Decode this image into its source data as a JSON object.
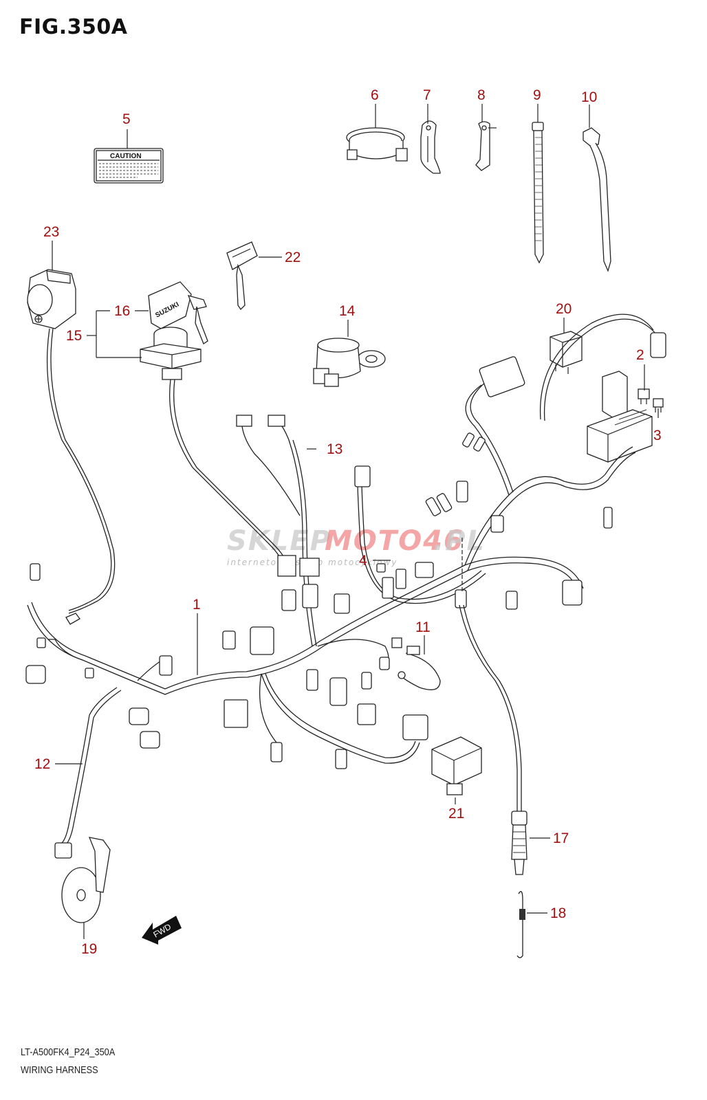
{
  "figure": {
    "title": "FIG.350A",
    "model_code": "LT-A500FK4_P24_350A",
    "section_name": "WIRING HARNESS"
  },
  "colors": {
    "callout": "#a01010",
    "line": "#222222",
    "watermark_gray": "#c9c9c9",
    "watermark_red": "#f08080"
  },
  "watermark": {
    "part1": "SKLEP",
    "part2": "MOTO46",
    "part3": ".PL",
    "tagline": "internetowy sklep motocyklowy"
  },
  "labels": {
    "caution": "CAUTION",
    "brand": "SUZUKI",
    "fwd": "FWD"
  },
  "callouts": [
    {
      "id": "1",
      "part": "wiring-harness"
    },
    {
      "id": "2",
      "part": "fuse-a"
    },
    {
      "id": "3",
      "part": "fuse-b"
    },
    {
      "id": "4",
      "part": "connector"
    },
    {
      "id": "5",
      "part": "caution-label"
    },
    {
      "id": "6",
      "part": "clamp"
    },
    {
      "id": "7",
      "part": "clamp-strap"
    },
    {
      "id": "8",
      "part": "clamp-hook"
    },
    {
      "id": "9",
      "part": "cable-tie"
    },
    {
      "id": "10",
      "part": "cable-tie-long"
    },
    {
      "id": "11",
      "part": "ground-wire"
    },
    {
      "id": "12",
      "part": "horn-lead"
    },
    {
      "id": "13",
      "part": "sub-harness"
    },
    {
      "id": "14",
      "part": "socket"
    },
    {
      "id": "15",
      "part": "ignition-switch-assy"
    },
    {
      "id": "16",
      "part": "ignition-switch"
    },
    {
      "id": "17",
      "part": "sensor"
    },
    {
      "id": "18",
      "part": "spring"
    },
    {
      "id": "19",
      "part": "horn"
    },
    {
      "id": "20",
      "part": "relay"
    },
    {
      "id": "21",
      "part": "control-unit"
    },
    {
      "id": "22",
      "part": "key"
    },
    {
      "id": "23",
      "part": "handlebar-switch"
    }
  ]
}
